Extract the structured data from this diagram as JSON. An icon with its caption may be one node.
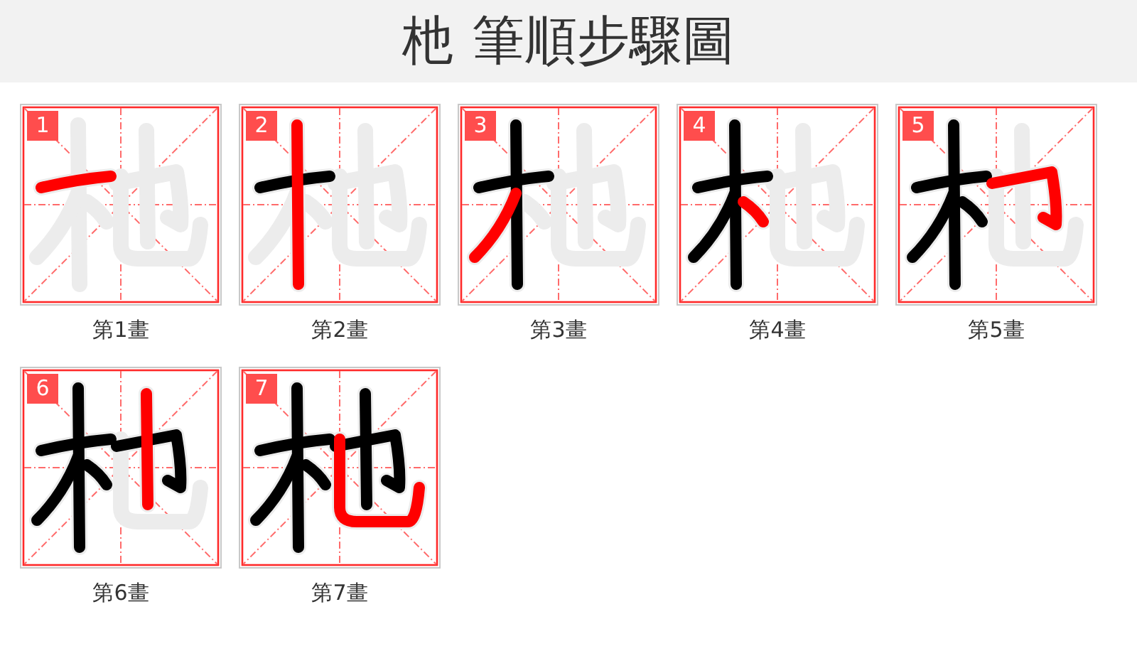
{
  "diagram": {
    "title": "杝 筆順步驟圖",
    "nodes": [
      {
        "text": [
          "1"
        ],
        "beside": [
          "第1畫"
        ]
      },
      {
        "text": [
          "2"
        ],
        "beside": [
          "第2畫"
        ]
      },
      {
        "text": [
          "3"
        ],
        "beside": [
          "第3畫"
        ]
      },
      {
        "text": [
          "4"
        ],
        "beside": [
          "第4畫"
        ]
      },
      {
        "text": [
          "5"
        ],
        "beside": [
          "第5畫"
        ]
      },
      {
        "text": [
          "6"
        ],
        "beside": [
          "第6畫"
        ]
      },
      {
        "text": [
          "7"
        ],
        "beside": [
          "第7畫"
        ]
      }
    ]
  }
}
